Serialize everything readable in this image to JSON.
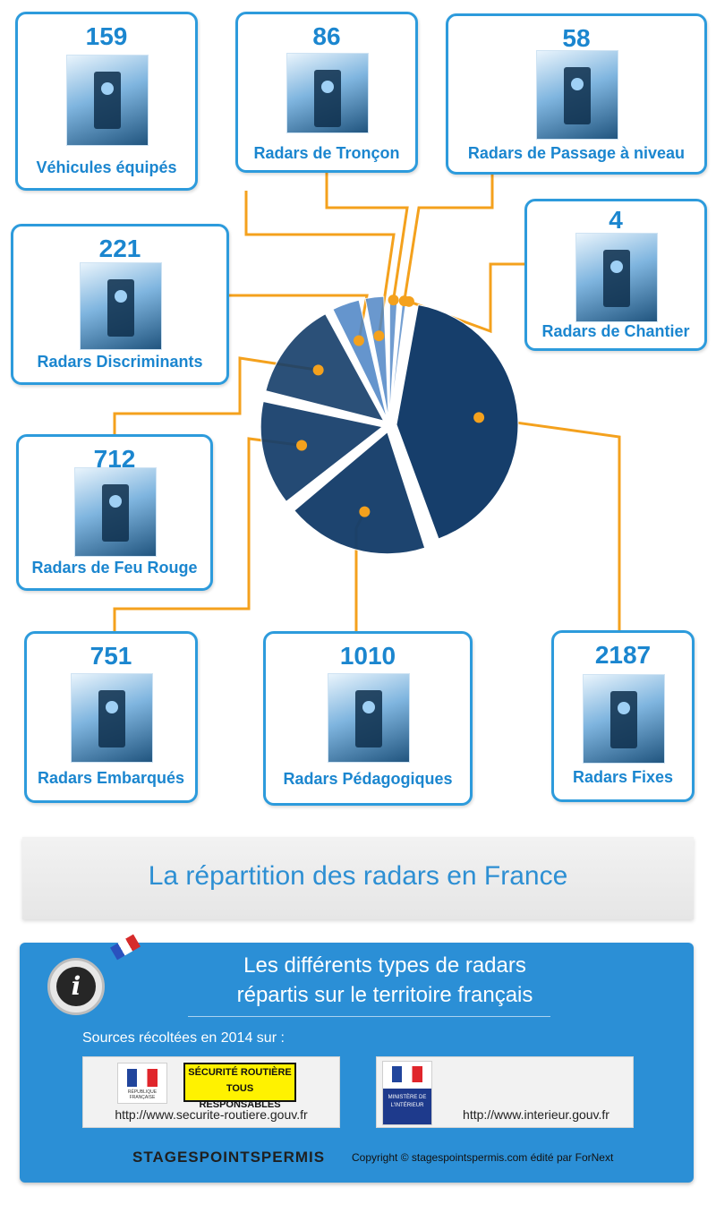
{
  "chart_data": {
    "type": "pie",
    "series": [
      {
        "count": "2187",
        "label": "Radars Fixes",
        "value": 2187
      },
      {
        "count": "1010",
        "label": "Radars Pédagogiques",
        "value": 1010
      },
      {
        "count": "751",
        "label": "Radars Embarqués",
        "value": 751
      },
      {
        "count": "712",
        "label": "Radars de Feu Rouge",
        "value": 712
      },
      {
        "count": "221",
        "label": "Radars Discriminants",
        "value": 221
      },
      {
        "count": "159",
        "label": "Véhicules équipés",
        "value": 159
      },
      {
        "count": "86",
        "label": "Radars de Tronçon",
        "value": 86
      },
      {
        "count": "58",
        "label": "Radars de Passage à niveau",
        "value": 58
      },
      {
        "count": "4",
        "label": "Radars de Chantier",
        "value": 4
      }
    ]
  },
  "title": "La répartition des radars en France",
  "info": {
    "line1": "Les différents types de radars",
    "line2": "répartis sur le territoire français",
    "sources_label": "Sources récoltées en 2014 sur :",
    "source1_url": "http://www.securite-routiere.gouv.fr",
    "source2_url": "http://www.interieur.gouv.fr",
    "sr_logo_line1": "SÉCURITÉ ROUTIÈRE",
    "sr_logo_line2": "TOUS RESPONSABLES",
    "rf_text": "RÉPUBLIQUE FRANÇAISE",
    "mi_text": "MINISTÈRE DE L'INTÉRIEUR",
    "badge_icon": "i",
    "brand": "STAGESPOINTSPERMIS",
    "copyright": "Copyright © stagespointspermis.com édité par ForNext"
  },
  "colors": {
    "accent": "#1b86cf",
    "connector": "#f4a11d",
    "pie_dark": "#163e6b",
    "pie_light": "#4f86c6",
    "panel": "#2b8fd6"
  }
}
